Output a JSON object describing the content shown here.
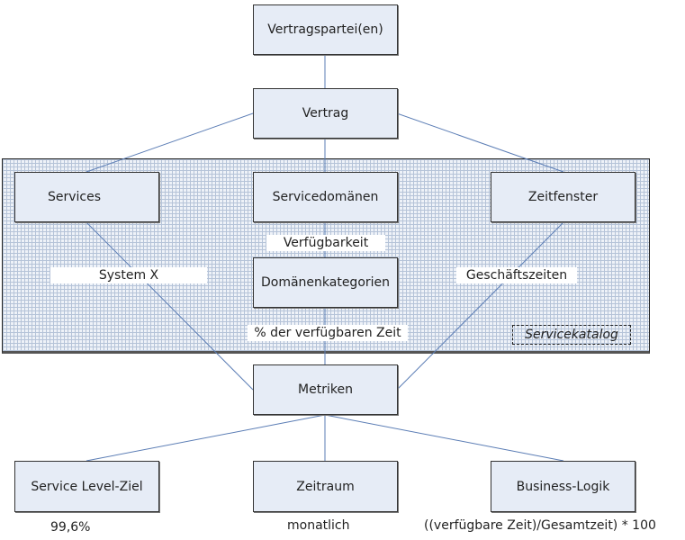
{
  "diagram": {
    "colors": {
      "node_fill": "#e6ecf6",
      "node_border": "#333333",
      "connector": "#5b7db5",
      "catalog_grid": "#b5c3d8"
    },
    "nodes": {
      "vertragsparteien": "Vertragspartei(en)",
      "vertrag": "Vertrag",
      "services": "Services",
      "servicedomaenen": "Servicedomänen",
      "zeitfenster": "Zeitfenster",
      "domaenenkategorien": "Domänenkategorien",
      "metriken": "Metriken",
      "service_level_ziel": "Service Level-Ziel",
      "zeitraum": "Zeitraum",
      "business_logik": "Business-Logik"
    },
    "edge_labels": {
      "system_x": "System X",
      "verfuegbarkeit": "Verfügbarkeit",
      "geschaeftszeiten": "Geschäftszeiten",
      "prozent_verfuegbare_zeit": "% der verfügbaren Zeit"
    },
    "annotations": {
      "service_level_value": "99,6%",
      "zeitraum_value": "monatlich",
      "business_logik_formula": "((verfügbare Zeit)/Gesamtzeit) * 100"
    },
    "group_label": "Servicekatalog",
    "edges": [
      [
        "vertragsparteien",
        "vertrag"
      ],
      [
        "vertrag",
        "services"
      ],
      [
        "vertrag",
        "servicedomaenen"
      ],
      [
        "vertrag",
        "zeitfenster"
      ],
      [
        "servicedomaenen",
        "domaenenkategorien"
      ],
      [
        "domaenenkategorien",
        "metriken"
      ],
      [
        "services",
        "metriken"
      ],
      [
        "zeitfenster",
        "metriken"
      ],
      [
        "metriken",
        "service_level_ziel"
      ],
      [
        "metriken",
        "zeitraum"
      ],
      [
        "metriken",
        "business_logik"
      ]
    ]
  }
}
